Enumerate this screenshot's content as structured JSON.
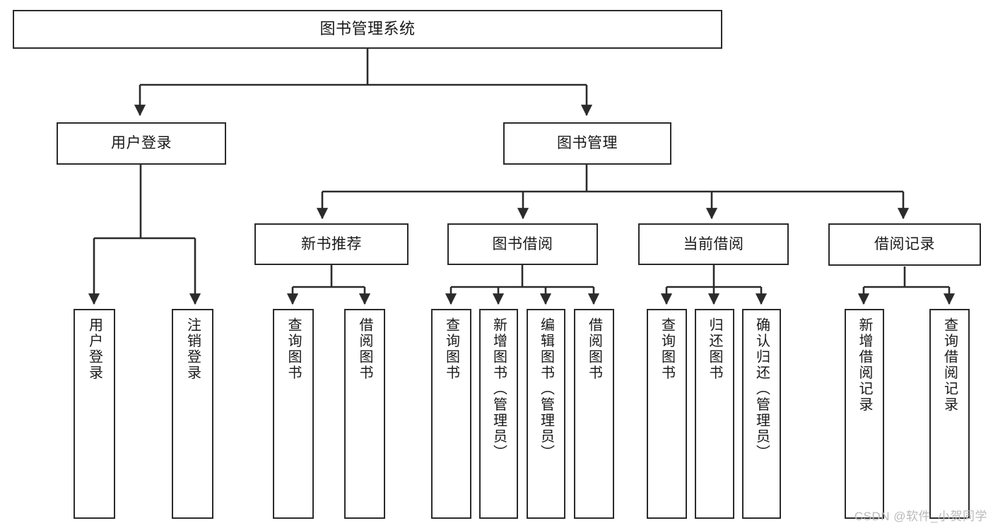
{
  "diagram": {
    "type": "tree",
    "title": "图书管理系统",
    "watermark": "CSDN @软件_小贺同学",
    "colors": {
      "stroke": "#2b2b2b",
      "fill": "#ffffff",
      "text": "#1a1a1a",
      "watermark": "#b9b9b9"
    },
    "nodes": {
      "root": {
        "label": "图书管理系统",
        "orientation": "horizontal"
      },
      "l1": [
        {
          "label": "用户登录",
          "orientation": "horizontal"
        },
        {
          "label": "图书管理",
          "orientation": "horizontal"
        }
      ],
      "l2": [
        {
          "label": "新书推荐",
          "orientation": "horizontal"
        },
        {
          "label": "图书借阅",
          "orientation": "horizontal"
        },
        {
          "label": "当前借阅",
          "orientation": "horizontal"
        },
        {
          "label": "借阅记录",
          "orientation": "horizontal"
        }
      ],
      "leaves_user_login": [
        {
          "label": "用户登录",
          "orientation": "vertical"
        },
        {
          "label": "注销登录",
          "orientation": "vertical"
        }
      ],
      "leaves_new_book": [
        {
          "label": "查询图书",
          "orientation": "vertical"
        },
        {
          "label": "借阅图书",
          "orientation": "vertical"
        }
      ],
      "leaves_borrow": [
        {
          "label": "查询图书",
          "orientation": "vertical"
        },
        {
          "label": "新增图书（管理员）",
          "orientation": "vertical"
        },
        {
          "label": "编辑图书（管理员）",
          "orientation": "vertical"
        },
        {
          "label": "借阅图书",
          "orientation": "vertical"
        }
      ],
      "leaves_current": [
        {
          "label": "查询图书",
          "orientation": "vertical"
        },
        {
          "label": "归还图书",
          "orientation": "vertical"
        },
        {
          "label": "确认归还（管理员）",
          "orientation": "vertical"
        }
      ],
      "leaves_records": [
        {
          "label": "新增借阅记录",
          "orientation": "vertical"
        },
        {
          "label": "查询借阅记录",
          "orientation": "vertical"
        }
      ]
    }
  }
}
